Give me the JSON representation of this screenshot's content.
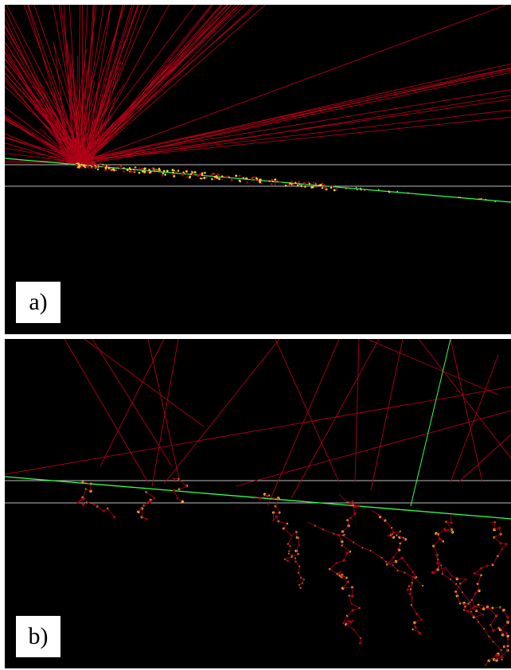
{
  "panels": [
    {
      "id": "a",
      "label": "a)"
    },
    {
      "id": "b",
      "label": "b)"
    }
  ],
  "colors": {
    "background": "#000000",
    "track": "#b00018",
    "primary": "#33ff55",
    "layer_line": "#bdbdbd",
    "hit": "#ffcc33",
    "label_bg": "#ffffff"
  }
}
